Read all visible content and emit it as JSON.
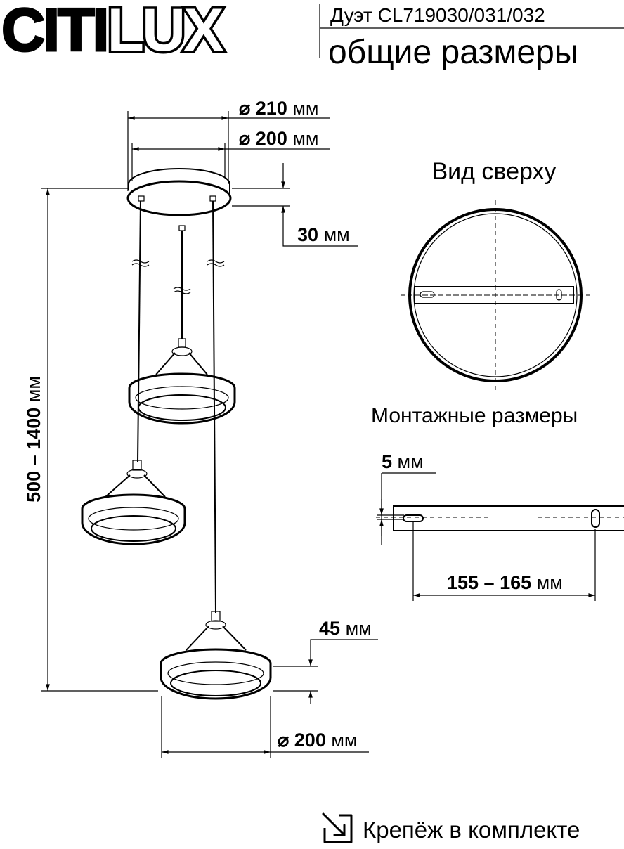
{
  "header": {
    "logo": "CITILUX",
    "logo_part1": "CITI",
    "logo_part2": "LUX",
    "model": "Дуэт CL719030/031/032",
    "subtitle": "общие размеры"
  },
  "dimensions": {
    "canopy_outer_diameter": {
      "symbol": "⌀",
      "value": "210",
      "unit": "мм"
    },
    "canopy_inner_diameter": {
      "symbol": "⌀",
      "value": "200",
      "unit": "мм"
    },
    "canopy_height": {
      "value": "30",
      "unit": "мм"
    },
    "suspension_length": {
      "value": "500 – 1400",
      "unit": "мм"
    },
    "ring_height": {
      "value": "45",
      "unit": "мм"
    },
    "ring_diameter": {
      "symbol": "⌀",
      "value": "200",
      "unit": "мм"
    }
  },
  "top_view": {
    "title": "Вид сверху"
  },
  "mounting": {
    "title": "Монтажные размеры",
    "offset": {
      "value": "5",
      "unit": "мм"
    },
    "hole_spacing": {
      "value": "155 – 165",
      "unit": "мм"
    }
  },
  "footer": {
    "icon": "mounting-kit-arrow-icon",
    "text": "Крепёж в комплекте"
  }
}
